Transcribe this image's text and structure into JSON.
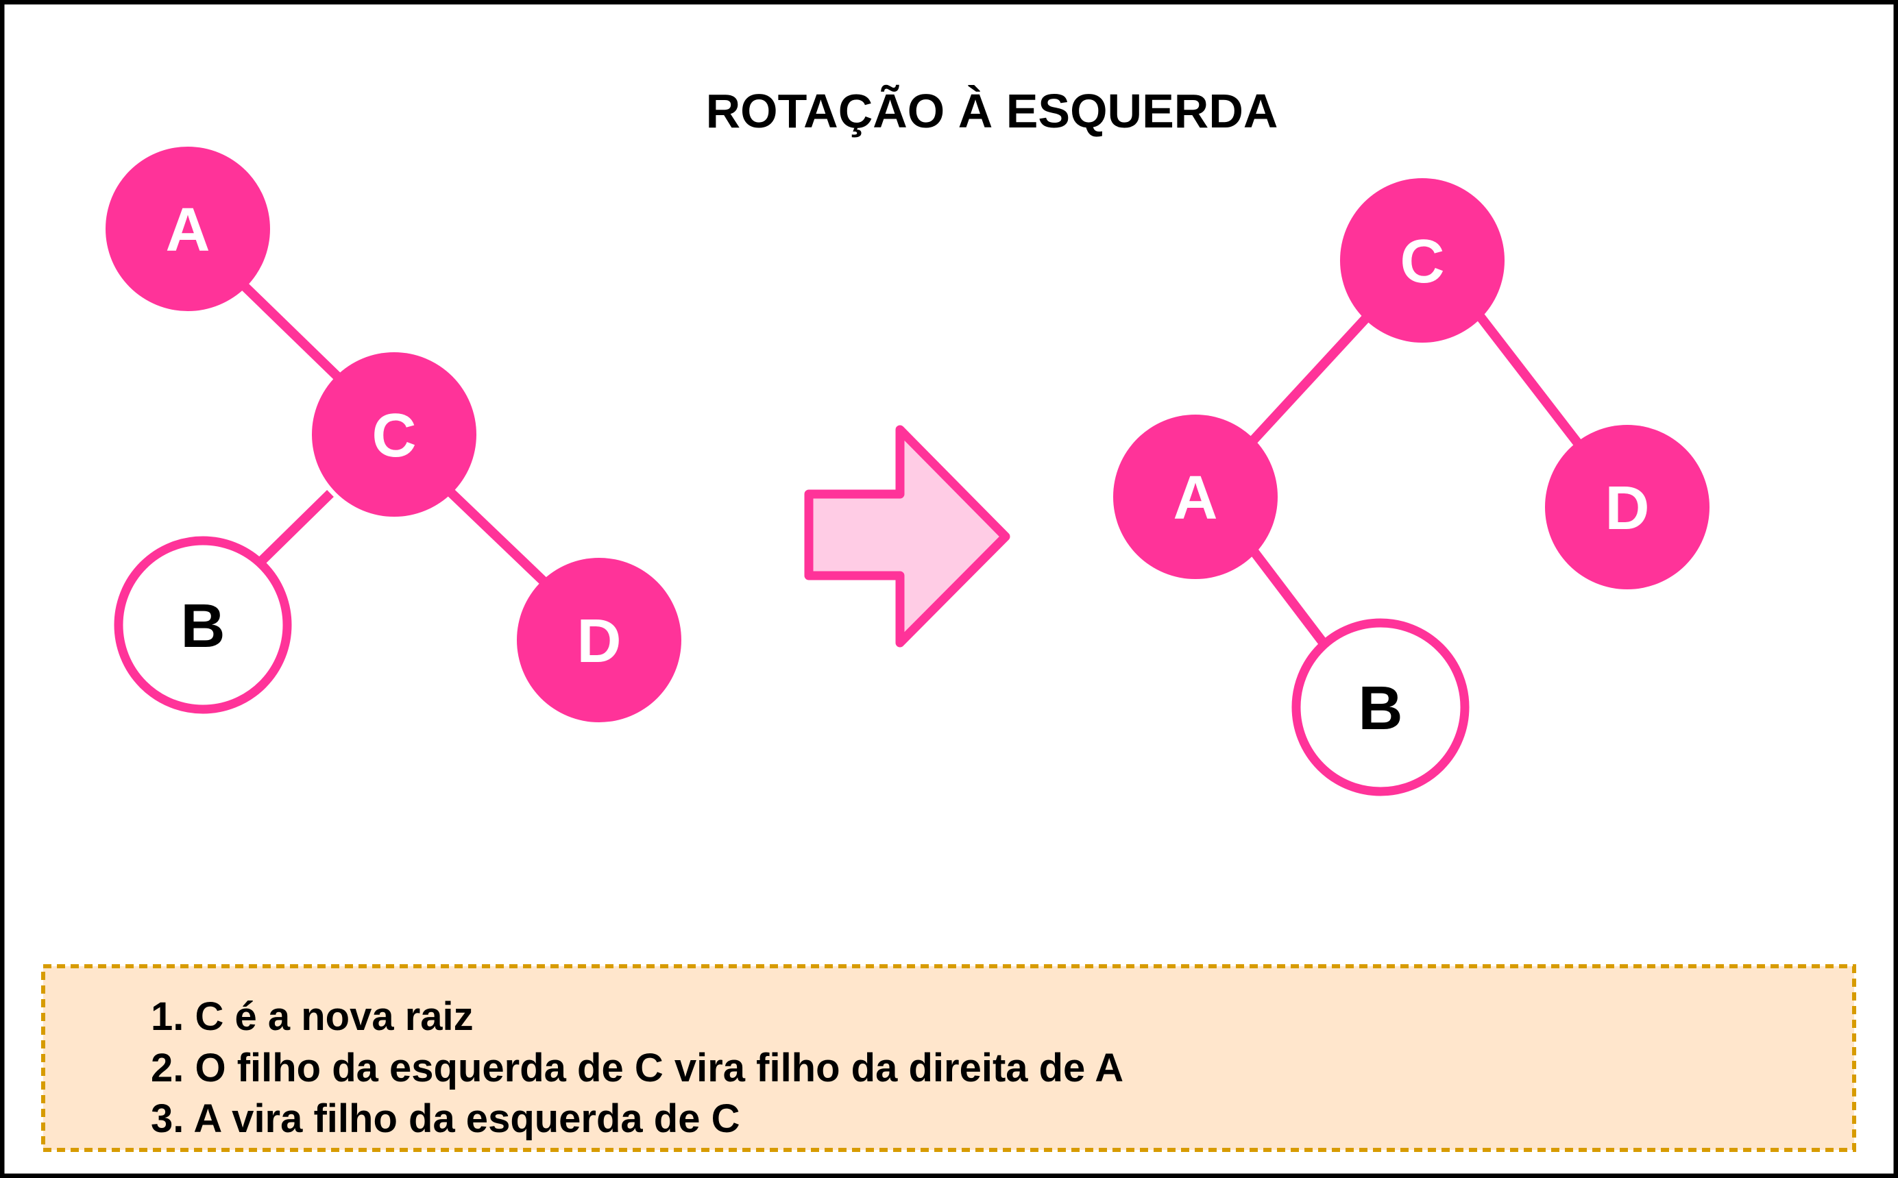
{
  "title": "ROTAÇÃO À ESQUERDA",
  "colors": {
    "accent": "#FF3399",
    "arrow_fill": "#FFCCE5",
    "note_bg": "#FFE6CC",
    "note_border": "#D79B00",
    "filled_text": "#FFFFFF",
    "hollow_text": "#000000",
    "frame": "#000000"
  },
  "before_tree": {
    "nodes": [
      {
        "id": "A",
        "label": "A",
        "filled": true
      },
      {
        "id": "C",
        "label": "C",
        "filled": true
      },
      {
        "id": "B",
        "label": "B",
        "filled": false
      },
      {
        "id": "D",
        "label": "D",
        "filled": true
      }
    ],
    "edges": [
      [
        "A",
        "C"
      ],
      [
        "C",
        "B"
      ],
      [
        "C",
        "D"
      ]
    ]
  },
  "after_tree": {
    "nodes": [
      {
        "id": "C",
        "label": "C",
        "filled": true
      },
      {
        "id": "A",
        "label": "A",
        "filled": true
      },
      {
        "id": "D",
        "label": "D",
        "filled": true
      },
      {
        "id": "B",
        "label": "B",
        "filled": false
      }
    ],
    "edges": [
      [
        "C",
        "A"
      ],
      [
        "C",
        "D"
      ],
      [
        "A",
        "B"
      ]
    ]
  },
  "transition_icon": "right-arrow-icon",
  "notes": [
    "1. C é a nova raiz",
    "2. O filho da esquerda de C vira filho da direita de A",
    "3. A vira filho da esquerda de C"
  ]
}
